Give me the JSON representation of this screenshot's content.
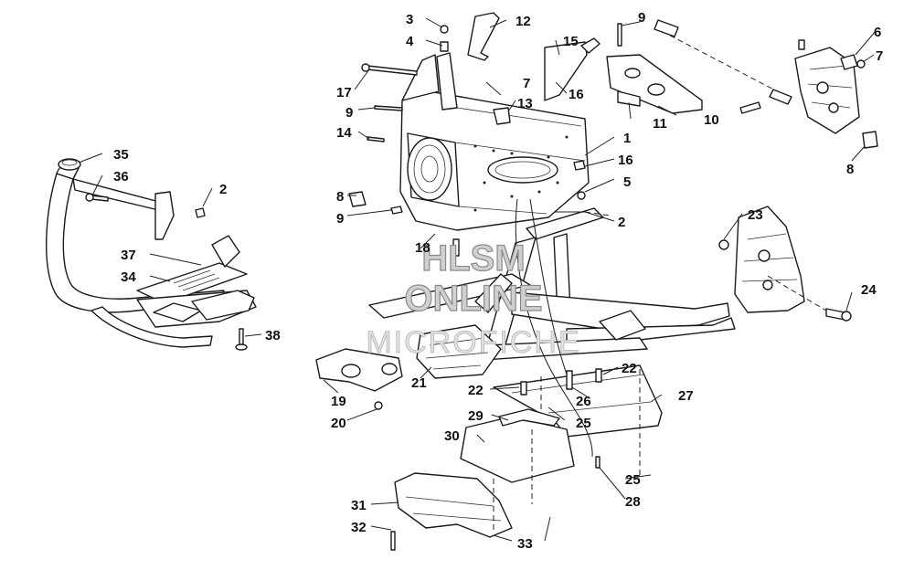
{
  "watermark": {
    "line1": "HLSM",
    "line2": "ONLINE",
    "line3": "MICROFICHE"
  },
  "callouts": [
    "1",
    "2",
    "3",
    "4",
    "5",
    "6",
    "7",
    "8",
    "9",
    "10",
    "11",
    "12",
    "13",
    "14",
    "15",
    "16",
    "17",
    "18",
    "19",
    "20",
    "21",
    "22",
    "23",
    "24",
    "25",
    "26",
    "27",
    "28",
    "29",
    "30",
    "31",
    "32",
    "33",
    "34",
    "35",
    "36",
    "37",
    "38"
  ]
}
